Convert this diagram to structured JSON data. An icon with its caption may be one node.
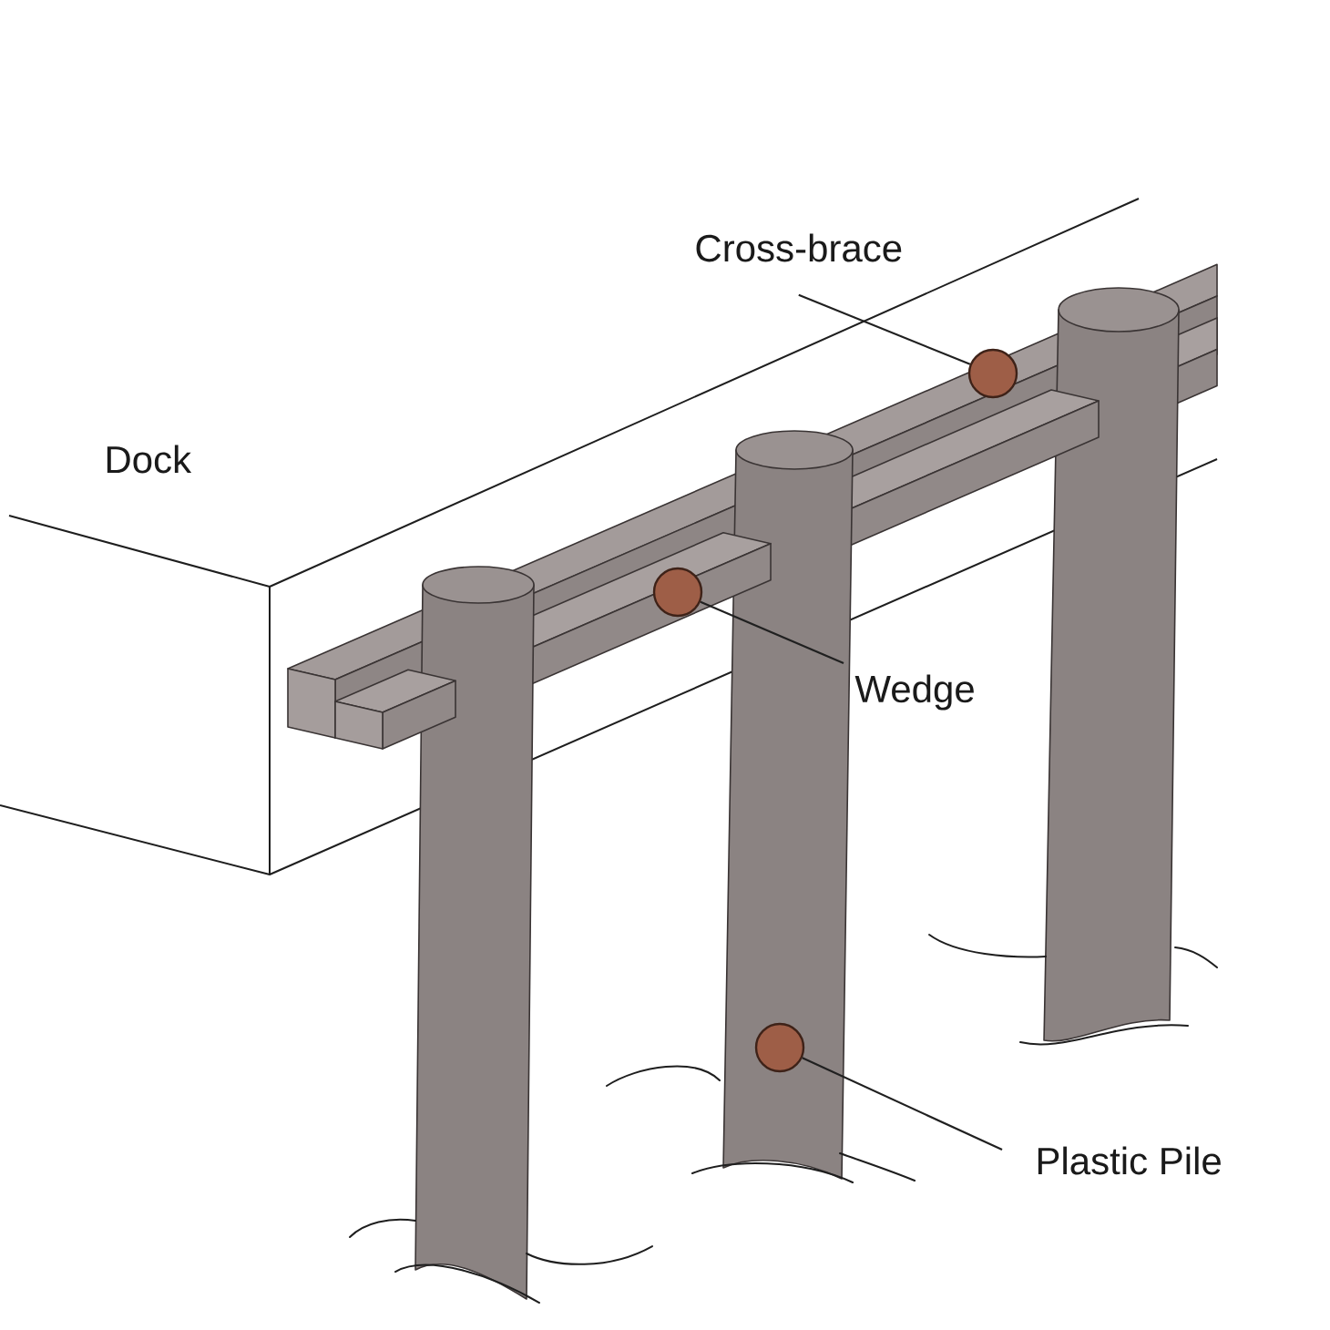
{
  "diagram": {
    "nodes": [
      {
        "text": [
          "Cross-brace"
        ]
      },
      {
        "text": [],
        "shape": "circle"
      },
      {
        "text": [
          "Wedge"
        ]
      },
      {
        "text": [],
        "shape": "circle"
      },
      {
        "text": [
          "Plastic Pile"
        ]
      },
      {
        "text": [],
        "shape": "circle"
      }
    ],
    "edges": [
      {
        "from": 0,
        "to": 1,
        "arrow": "none"
      },
      {
        "from": 2,
        "to": 3,
        "arrow": "none"
      },
      {
        "from": 4,
        "to": 5,
        "arrow": "none"
      }
    ],
    "labels": [
      "Dock"
    ]
  }
}
